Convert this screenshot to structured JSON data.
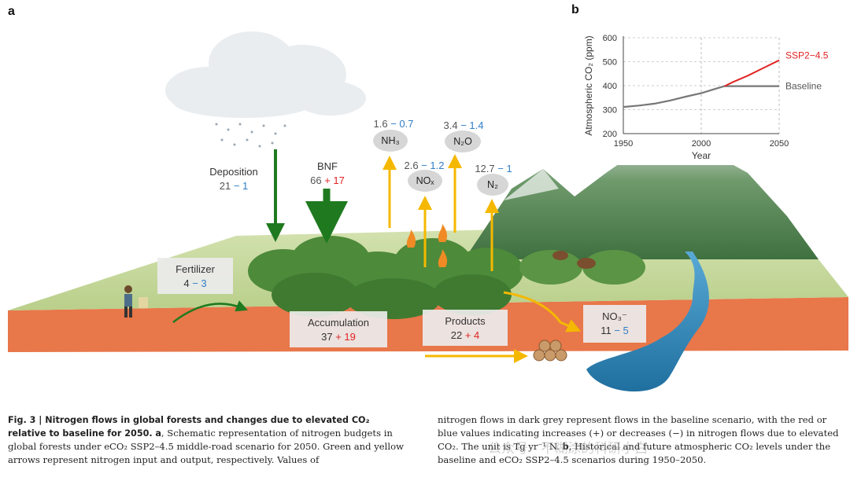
{
  "panel_a_label": "a",
  "panel_b_label": "b",
  "flows": {
    "deposition": {
      "label": "Deposition",
      "base": "21",
      "change": "− 1"
    },
    "bnf": {
      "label": "BNF",
      "base": "66",
      "change": "+ 17"
    },
    "fertilizer": {
      "label": "Fertilizer",
      "base": "4",
      "change": "− 3"
    },
    "accumulation": {
      "label": "Accumulation",
      "base": "37",
      "change": "+ 19"
    },
    "products": {
      "label": "Products",
      "base": "22",
      "change": "+ 4"
    },
    "no3": {
      "label": "NO₃⁻",
      "base": "11",
      "change": "− 5"
    },
    "nh3": {
      "label": "NH₃",
      "base": "1.6",
      "change": "− 0.7"
    },
    "n2o": {
      "label": "N₂O",
      "base": "3.4",
      "change": "− 1.4"
    },
    "nox": {
      "label": "NOₓ",
      "base": "2.6",
      "change": "− 1.2"
    },
    "n2": {
      "label": "N₂",
      "base": "12.7",
      "change": "− 1"
    }
  },
  "colors": {
    "input_arrow": "#1f7a1f",
    "output_arrow": "#f5b800",
    "increase": "#e02424",
    "decrease": "#2f7ec8",
    "ground_side": "#e8774a",
    "ground_top": "#c9d9a0"
  },
  "chart_data": {
    "type": "line",
    "xlabel": "Year",
    "ylabel": "Atmospheric CO₂ (ppm)",
    "xlim": [
      1950,
      2050
    ],
    "ylim": [
      200,
      600
    ],
    "xticks": [
      "1950",
      "2000",
      "2050"
    ],
    "yticks": [
      "200",
      "300",
      "400",
      "500",
      "600"
    ],
    "vlines": [
      2000,
      2050
    ],
    "grid": "horizontal dashed",
    "series": [
      {
        "name": "Baseline",
        "color": "#777777",
        "x": [
          1950,
          1960,
          1970,
          1980,
          1990,
          2000,
          2010,
          2015,
          2020,
          2030,
          2040,
          2050
        ],
        "y": [
          311,
          317,
          325,
          338,
          354,
          369,
          389,
          398,
          398,
          398,
          398,
          398
        ]
      },
      {
        "name": "SSP2−4.5",
        "color": "#e02424",
        "x": [
          2015,
          2020,
          2030,
          2040,
          2050
        ],
        "y": [
          398,
          414,
          442,
          474,
          506
        ]
      }
    ],
    "legend_placement": "right of lines"
  },
  "caption": {
    "fig_label": "Fig. 3 | Nitrogen flows in global forests and changes due to elevated CO₂ relative to baseline for 2050.",
    "part_a_letter": "a",
    "part_a_text": ", Schematic representation of nitrogen budgets in global forests under eCO₂ SSP2–4.5 middle-road scenario for 2050. Green and yellow arrows represent nitrogen input and output, respectively. Values of",
    "part_b_pre": "nitrogen flows in dark grey represent flows in the baseline scenario, with the red or blue values indicating increases (+) or decreases (−) in nitrogen flows due to elevated CO₂. The unit is Tg yr⁻¹ N. ",
    "part_b_letter": "b",
    "part_b_text": ", Historical and future atmospheric CO₂ levels under the baseline and eCO₂ SSP2–4.5 scenarios during 1950–2050."
  },
  "watermark": "公众号 · 不糊涂的科研小白"
}
